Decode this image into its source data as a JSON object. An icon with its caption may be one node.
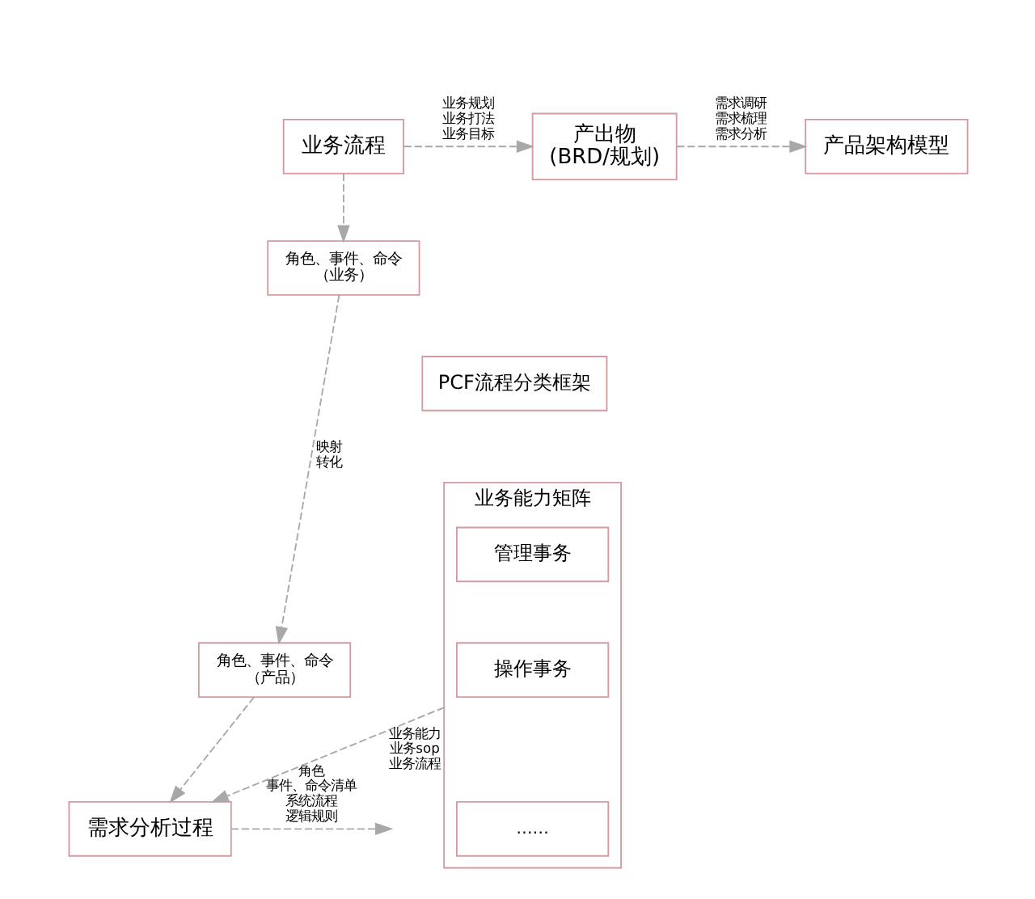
{
  "diagram": {
    "nodes": [
      {
        "text": [
          "业务流程"
        ]
      },
      {
        "text": [
          "产出物(BRD/规划)"
        ]
      },
      {
        "text": [
          "产品架构模型"
        ]
      },
      {
        "text": [
          "角色、事件、命令（业务）"
        ]
      },
      {
        "text": [
          "角色、事件、命令（产品）"
        ]
      },
      {
        "text": [
          "需求分析过程"
        ]
      },
      {
        "text": [
          "PCF流程分类框架"
        ]
      },
      {
        "text": [
          "业务能力矩阵"
        ]
      },
      {
        "text": [
          "管理事务"
        ],
        "in": 7
      },
      {
        "text": [
          "操作事务"
        ],
        "in": 7
      },
      {
        "text": [
          "……"
        ],
        "in": 7
      }
    ],
    "edges": [
      {
        "from": 0,
        "to": 1,
        "arrow": "to",
        "style": "dashed",
        "label": "业务规划业务打法业务目标"
      },
      {
        "from": 1,
        "to": 2,
        "arrow": "to",
        "style": "dashed",
        "label": "需求调研需求梳理需求分析"
      },
      {
        "from": 0,
        "to": 3,
        "arrow": "to",
        "style": "dashed"
      },
      {
        "from": 3,
        "to": 4,
        "arrow": "to",
        "style": "dashed",
        "label": "映射转化"
      },
      {
        "from": 4,
        "to": 5,
        "arrow": "to",
        "style": "dashed"
      },
      {
        "from": 5,
        "to": null,
        "arrow": "to",
        "style": "dashed",
        "label": "角色事件、命令清单系统流程逻辑规则"
      },
      {
        "from": 7,
        "to": 5,
        "arrow": "to",
        "style": "dashed",
        "label": "业务能力业务sop业务流程"
      }
    ]
  }
}
